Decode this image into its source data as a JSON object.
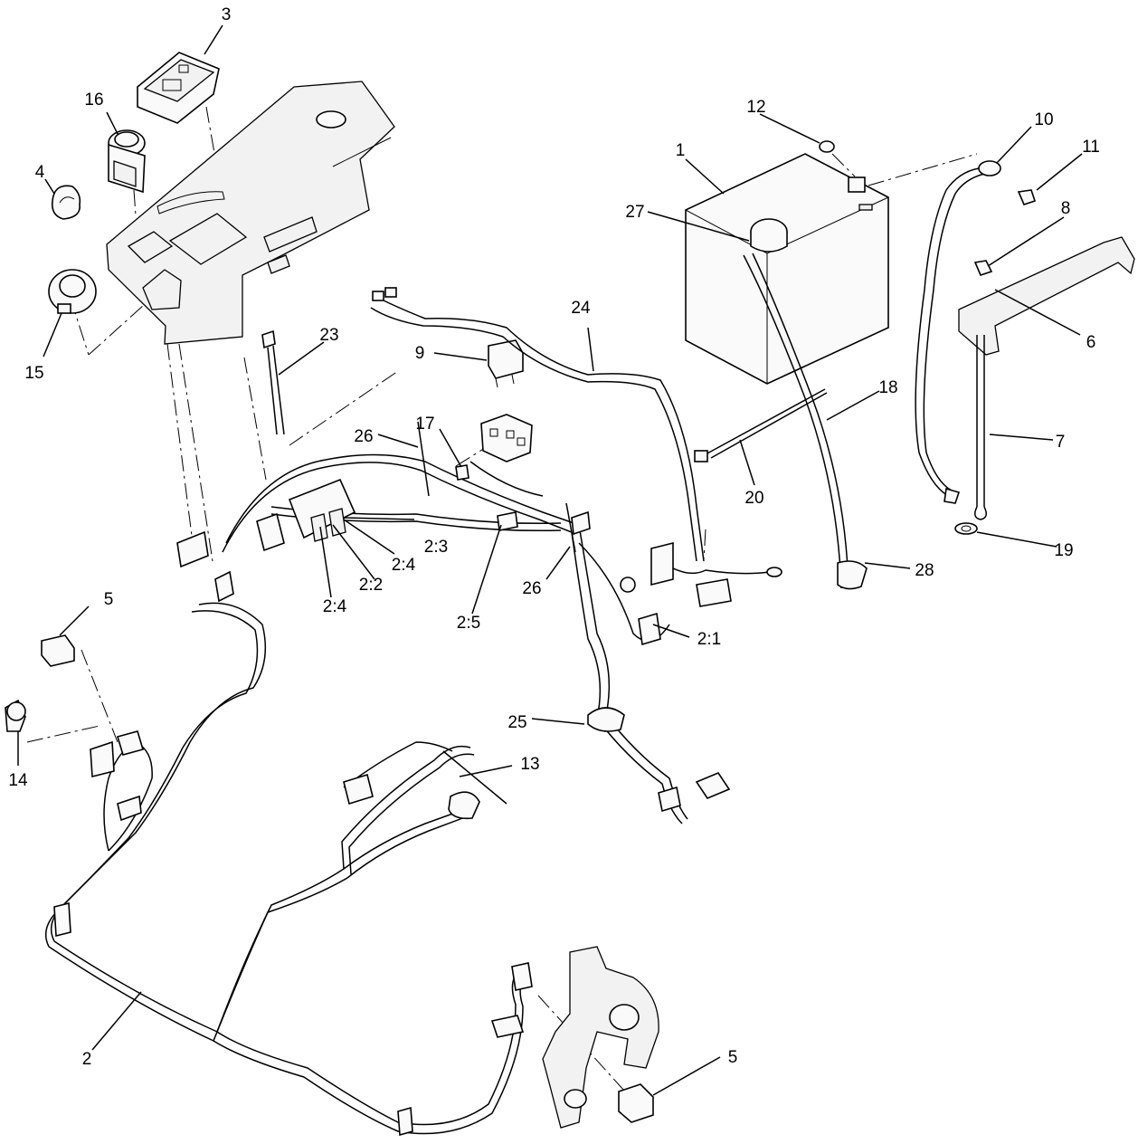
{
  "callouts": {
    "c1": "1",
    "c2": "2",
    "c2_1": "2:1",
    "c2_2": "2:2",
    "c2_3": "2:3",
    "c2_4a": "2:4",
    "c2_4b": "2:4",
    "c2_5": "2:5",
    "c3": "3",
    "c4": "4",
    "c5a": "5",
    "c5b": "5",
    "c6": "6",
    "c7": "7",
    "c8": "8",
    "c9": "9",
    "c10": "10",
    "c11": "11",
    "c12": "12",
    "c13": "13",
    "c14": "14",
    "c15": "15",
    "c16": "16",
    "c17": "17",
    "c18": "18",
    "c19": "19",
    "c20": "20",
    "c23": "23",
    "c24": "24",
    "c25": "25",
    "c26a": "26",
    "c26b": "26",
    "c27": "27",
    "c28": "28"
  }
}
